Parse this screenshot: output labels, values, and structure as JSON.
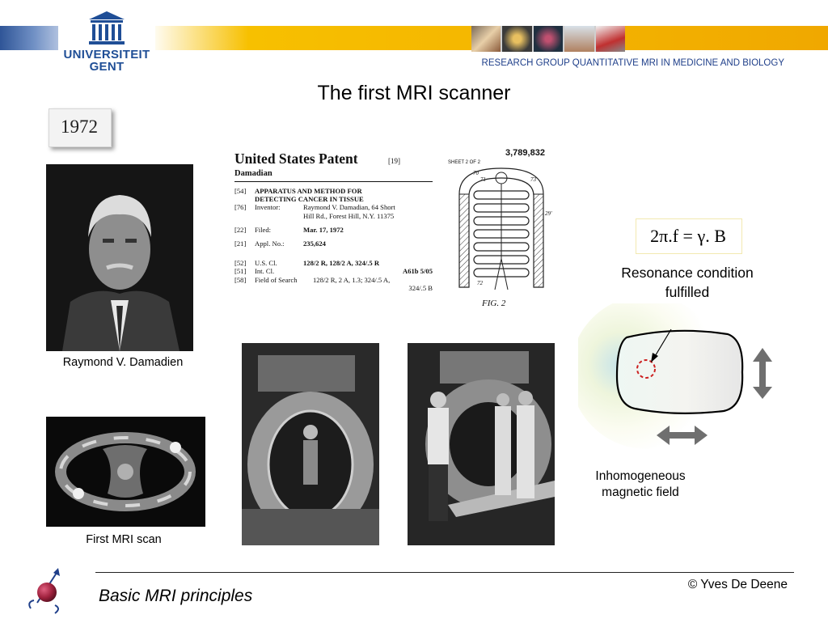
{
  "header": {
    "logo_line1": "UNIVERSITEIT",
    "logo_line2": "GENT",
    "research_group": "RESEARCH GROUP  QUANTITATIVE MRI IN MEDICINE AND BIOLOGY"
  },
  "title": "The first MRI scanner",
  "year": "1972",
  "captions": {
    "damadien": "Raymond V. Damadien",
    "first_scan": "First MRI scan"
  },
  "patent": {
    "title": "United States Patent",
    "num19": "[19]",
    "name": "Damadian",
    "rows": [
      {
        "id": "[54]",
        "label": "",
        "value": "APPARATUS AND METHOD FOR"
      },
      {
        "id": "",
        "label": "",
        "value": "DETECTING CANCER IN TISSUE"
      },
      {
        "id": "[76]",
        "label": "Inventor:",
        "value": "Raymond V. Damadian, 64 Short"
      },
      {
        "id": "",
        "label": "",
        "value": "Hill Rd., Forest Hill, N.Y. 11375"
      },
      {
        "id": "[22]",
        "label": "Filed:",
        "value": "Mar. 17, 1972"
      },
      {
        "id": "[21]",
        "label": "Appl. No.:",
        "value": "235,624"
      },
      {
        "id": "[52]",
        "label": "U.S. Cl.",
        "value": "128/2 R, 128/2 A, 324/.5 R"
      },
      {
        "id": "[51]",
        "label": "Int. Cl.",
        "value": "A61b 5/05"
      },
      {
        "id": "[58]",
        "label": "Field of Search",
        "value": "128/2 R, 2 A, 1.3; 324/.5 A,"
      },
      {
        "id": "",
        "label": "",
        "value": "324/.5 B"
      }
    ]
  },
  "drawing": {
    "patent_number": "3,789,832",
    "sheet": "SHEET 2 OF 2",
    "fig_label": "FIG. 2",
    "ref_70": "70",
    "ref_71": "71",
    "ref_73": "73",
    "ref_72": "72",
    "ref_29": "29'"
  },
  "formula": "2π.f = γ. B",
  "resonance_line1": "Resonance condition",
  "resonance_line2": "fulfilled",
  "inhom_line1": "Inhomogeneous",
  "inhom_line2": "magnetic field",
  "footer": {
    "title": "Basic MRI principles",
    "copyright": "© Yves De Deene"
  }
}
